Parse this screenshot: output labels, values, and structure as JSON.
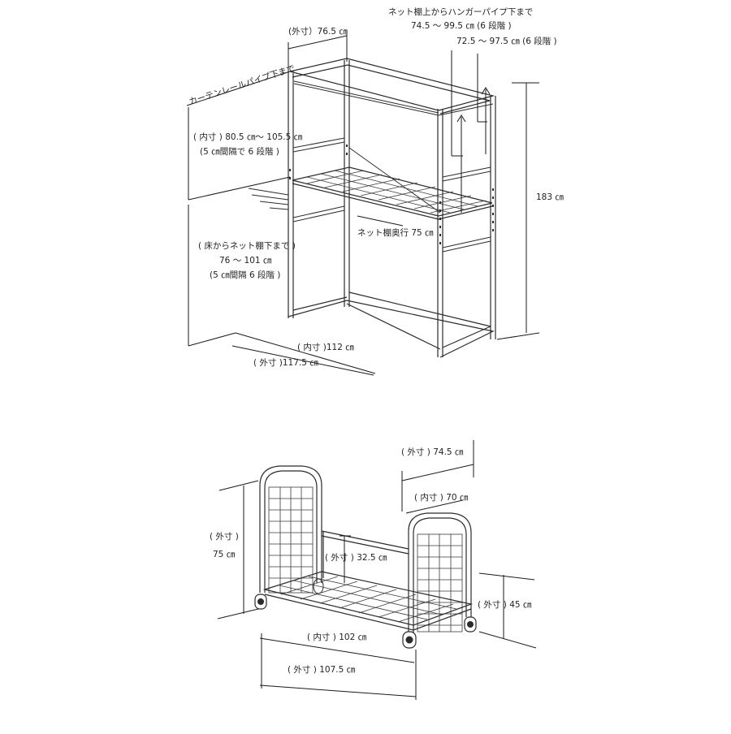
{
  "rack_diagram": {
    "outer_depth": "(外寸）76.5 ㎝",
    "hanger_range_title": "ネット棚上からハンガーパイプ下まで",
    "hanger_range_1": "74.5 ～ 99.5 ㎝ (6 段階 )",
    "hanger_range_2": "72.5 ～ 97.5 ㎝ (6 段階 )",
    "curtain_rail": "カーテンレールパイプ下まで",
    "inner_height_1": "( 内寸 ) 80.5 ㎝～ 105.5 ㎝",
    "inner_height_2": "(5 ㎝間隔で 6 段階 )",
    "total_height": "183 ㎝",
    "shelf_depth": "ネット棚奥行 75 ㎝",
    "floor_to_shelf_1": "( 床からネット棚下まで )",
    "floor_to_shelf_2": "76 ～ 101 ㎝",
    "floor_to_shelf_3": "(5 ㎝間隔 6 段階 )",
    "inner_width": "( 内寸 )112 ㎝",
    "outer_width": "( 外寸 )117.5 ㎝"
  },
  "cart_diagram": {
    "outer_depth": "( 外寸 ) 74.5 ㎝",
    "inner_depth": "( 内寸 ) 70 ㎝",
    "outer_height_label": "( 外寸 )",
    "outer_height_value": "75 ㎝",
    "side_height": "( 外寸 ) 32.5 ㎝",
    "front_height": "( 外寸 ) 45 ㎝",
    "inner_width": "( 内寸 ) 102 ㎝",
    "outer_width": "( 外寸 ) 107.5 ㎝"
  }
}
